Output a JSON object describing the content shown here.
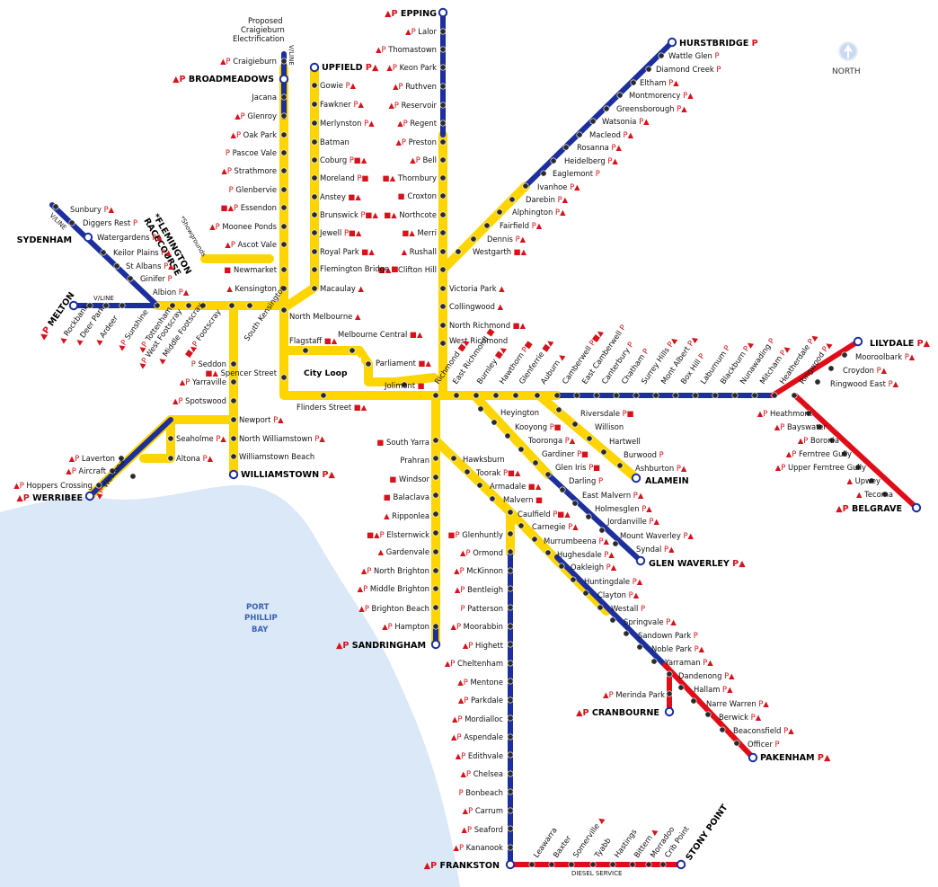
{
  "colors": {
    "yellow": "#fed501",
    "blue": "#1c2f9c",
    "red": "#e00d19",
    "vline_blue": "#1a38ad",
    "bay": "#dbe8f7",
    "parking": "#d6131b",
    "interchange": "#2ea447"
  },
  "legend": {
    "north": "NORTH",
    "north_icon": "north-arrow-icon",
    "bay": [
      "PORT",
      "PHILLIP",
      "BAY"
    ],
    "city_loop": "City Loop",
    "vline": "V/LINE",
    "diesel": "DIESEL SERVICE",
    "proposed": [
      "Proposed",
      "Craigieburn",
      "Electrification"
    ],
    "flemington": [
      "*FLEMINGTON",
      "RACECOURSE"
    ],
    "showgrounds": "*Showgrounds"
  },
  "stations": [
    {
      "id": "epping",
      "name": "EPPING",
      "pre": "▲P",
      "term": true,
      "sx": "",
      "sy": ""
    },
    {
      "id": "lalor",
      "name": "Lalor",
      "pre": "▲P"
    },
    {
      "id": "thomastown",
      "name": "Thomastown",
      "pre": "▲P"
    },
    {
      "id": "keonpark",
      "name": "Keon Park",
      "pre": "▲P"
    },
    {
      "id": "ruthven",
      "name": "Ruthven",
      "pre": "▲P"
    },
    {
      "id": "reservoir",
      "name": "Reservoir",
      "pre": "▲P"
    },
    {
      "id": "regent",
      "name": "Regent",
      "pre": "▲P"
    },
    {
      "id": "preston",
      "name": "Preston",
      "pre": "▲P"
    },
    {
      "id": "bell",
      "name": "Bell",
      "pre": "▲P"
    },
    {
      "id": "thornbury",
      "name": "Thornbury",
      "pre": "■▲"
    },
    {
      "id": "croxton",
      "name": "Croxton",
      "pre": "■"
    },
    {
      "id": "northcote",
      "name": "Northcote",
      "pre": "■▲"
    },
    {
      "id": "merri",
      "name": "Merri",
      "pre": "■▲"
    },
    {
      "id": "rushall",
      "name": "Rushall",
      "pre": "▲"
    },
    {
      "id": "cliftonhill",
      "name": "Clifton Hill",
      "pre": "■▲P"
    },
    {
      "id": "victoriapark",
      "name": "Victoria Park",
      "post": "▲"
    },
    {
      "id": "collingwood",
      "name": "Collingwood",
      "post": "▲"
    },
    {
      "id": "northrichmond",
      "name": "North Richmond",
      "post": "■▲"
    },
    {
      "id": "westrichmond",
      "name": "West Richmond",
      "post": ""
    },
    {
      "id": "upfield",
      "name": "UPFIELD",
      "post": "P▲",
      "term": true
    },
    {
      "id": "gowrie",
      "name": "Gowie",
      "post": "P▲"
    },
    {
      "id": "fawkner",
      "name": "Fawkner",
      "post": "P▲"
    },
    {
      "id": "merlynston",
      "name": "Merlynston",
      "post": "P▲"
    },
    {
      "id": "batman",
      "name": "Batman",
      "post": ""
    },
    {
      "id": "coburg",
      "name": "Coburg",
      "post": "P■▲"
    },
    {
      "id": "moreland",
      "name": "Moreland",
      "post": "P■"
    },
    {
      "id": "anstey",
      "name": "Anstey",
      "post": "■▲"
    },
    {
      "id": "brunswick",
      "name": "Brunswick",
      "post": "P■▲"
    },
    {
      "id": "jewell",
      "name": "Jewell",
      "post": "P■▲"
    },
    {
      "id": "royalpark",
      "name": "Royal Park",
      "post": "■▲"
    },
    {
      "id": "flemingtonbridge",
      "name": "Flemington Bridge",
      "post": "■"
    },
    {
      "id": "macaulay",
      "name": "Macaulay",
      "post": "▲"
    },
    {
      "id": "northmelbourne",
      "name": "North Melbourne",
      "post": "▲"
    },
    {
      "id": "craigieburn",
      "name": "Craigieburn",
      "pre": "▲P"
    },
    {
      "id": "broadmeadows",
      "name": "BROADMEADOWS",
      "pre": "▲P",
      "term": true
    },
    {
      "id": "jacana",
      "name": "Jacana",
      "pre": ""
    },
    {
      "id": "glenroy",
      "name": "Glenroy",
      "pre": "▲P"
    },
    {
      "id": "oakpark",
      "name": "Oak Park",
      "pre": "▲P"
    },
    {
      "id": "pascoevale",
      "name": "Pascoe Vale",
      "pre": "P"
    },
    {
      "id": "strathmore",
      "name": "Strathmore",
      "pre": "▲P"
    },
    {
      "id": "glenbervie",
      "name": "Glenbervie",
      "pre": "P"
    },
    {
      "id": "essendon",
      "name": "Essendon",
      "pre": "■▲P"
    },
    {
      "id": "mooneeponds",
      "name": "Moonee Ponds",
      "pre": "▲P"
    },
    {
      "id": "ascotvale",
      "name": "Ascot Vale",
      "pre": "▲P"
    },
    {
      "id": "newmarket",
      "name": "Newmarket",
      "pre": "■"
    },
    {
      "id": "kensington",
      "name": "Kensington",
      "pre": "▲"
    },
    {
      "id": "sunbury",
      "name": "Sunbury",
      "post": "P▲"
    },
    {
      "id": "diggersrest",
      "name": "Diggers Rest",
      "post": "P"
    },
    {
      "id": "watergardens",
      "name": "Watergardens",
      "post": "P▲"
    },
    {
      "id": "sydenham",
      "name": "SYDENHAM",
      "term": true
    },
    {
      "id": "keilorplains",
      "name": "Keilor Plains",
      "post": "P▲"
    },
    {
      "id": "stalbans",
      "name": "St Albans",
      "post": "P▲"
    },
    {
      "id": "ginifer",
      "name": "Ginifer",
      "post": "P"
    },
    {
      "id": "albion",
      "name": "Albion",
      "post": "P▲"
    },
    {
      "id": "melton",
      "name": "MELTON",
      "pre": "▲P",
      "term": true
    },
    {
      "id": "rockbank",
      "name": "Rockbank",
      "pre": "▲"
    },
    {
      "id": "deerpark",
      "name": "Deer Park",
      "pre": "▲"
    },
    {
      "id": "ardeer",
      "name": "Ardeer",
      "pre": "▲"
    },
    {
      "id": "sunshine",
      "name": "Sunshine",
      "pre": "▲P"
    },
    {
      "id": "tottenham",
      "name": "Tottenham",
      "pre": "▲P"
    },
    {
      "id": "westfootscray",
      "name": "West Footscray",
      "pre": "▲P"
    },
    {
      "id": "middlefootscray",
      "name": "Middle Footscray",
      "pre": "▲"
    },
    {
      "id": "footscray",
      "name": "Footscray",
      "pre": "■▲P"
    },
    {
      "id": "southkensington",
      "name": "South Kensington",
      "pre": ""
    },
    {
      "id": "seddon",
      "name": "Seddon",
      "pre": "P"
    },
    {
      "id": "yarraville",
      "name": "Yarraville",
      "pre": "▲P"
    },
    {
      "id": "spotswood",
      "name": "Spotswood",
      "pre": "▲P"
    },
    {
      "id": "newport",
      "name": "Newport",
      "post": "P▲"
    },
    {
      "id": "northwilliamstown",
      "name": "North Williamstown",
      "post": "P▲"
    },
    {
      "id": "williamstownbeach",
      "name": "Williamstown Beach",
      "post": ""
    },
    {
      "id": "williamstown",
      "name": "WILLIAMSTOWN",
      "post": "P▲",
      "term": true
    },
    {
      "id": "seaholme",
      "name": "Seaholme",
      "post": "P▲"
    },
    {
      "id": "altona",
      "name": "Altona",
      "post": "P▲"
    },
    {
      "id": "laverton",
      "name": "Laverton",
      "pre": "▲P"
    },
    {
      "id": "aircraft",
      "name": "Aircraft",
      "pre": "▲P"
    },
    {
      "id": "westona",
      "name": "Westona",
      "pre": "▲P"
    },
    {
      "id": "hopperscrossing",
      "name": "Hoppers Crossing",
      "pre": "▲P"
    },
    {
      "id": "werribee",
      "name": "WERRIBEE",
      "pre": "▲P",
      "term": true
    },
    {
      "id": "flagstaff",
      "name": "Flagstaff",
      "post": "■▲"
    },
    {
      "id": "melbournecentral",
      "name": "Melbourne Central",
      "post": "■▲"
    },
    {
      "id": "parliament",
      "name": "Parliament",
      "post": "■▲"
    },
    {
      "id": "spencerstreet",
      "name": "Spencer Street",
      "pre": "■▲"
    },
    {
      "id": "flindersstreet",
      "name": "Flinders Street",
      "post": "■▲"
    },
    {
      "id": "jolimont",
      "name": "Jolimont",
      "post": "■"
    },
    {
      "id": "richmond",
      "name": "Richmond",
      "post": "■▲"
    },
    {
      "id": "eastrichmond",
      "name": "East Richmond",
      "post": "■"
    },
    {
      "id": "burnley",
      "name": "Burnley",
      "post": "■▲"
    },
    {
      "id": "hawthorn",
      "name": "Hawthorn",
      "post": "P■"
    },
    {
      "id": "glenferrie",
      "name": "Glenferrie",
      "post": "■▲"
    },
    {
      "id": "auburn",
      "name": "Auburn",
      "post": "▲"
    },
    {
      "id": "camberwell",
      "name": "Camberwell",
      "post": "P■▲"
    },
    {
      "id": "eastcamberwell",
      "name": "East Camberwell",
      "post": "P"
    },
    {
      "id": "canterbury",
      "name": "Canterbury",
      "post": "P"
    },
    {
      "id": "chatham",
      "name": "Chatham",
      "post": "P"
    },
    {
      "id": "surreyhills",
      "name": "Surrey Hills",
      "post": "P▲"
    },
    {
      "id": "montalbert",
      "name": "Mont Albert",
      "post": "P▲"
    },
    {
      "id": "boxhill",
      "name": "Box Hill",
      "post": "P"
    },
    {
      "id": "laburnum",
      "name": "Laburnum",
      "post": "P"
    },
    {
      "id": "blackburn",
      "name": "Blackburn",
      "post": "P▲"
    },
    {
      "id": "nunawading",
      "name": "Nunawading",
      "post": "P"
    },
    {
      "id": "mitcham",
      "name": "Mitcham",
      "post": "P▲"
    },
    {
      "id": "heatherdale",
      "name": "Heatherdale",
      "post": "P▲"
    },
    {
      "id": "ringwood",
      "name": "Ringwood",
      "post": "P▲"
    },
    {
      "id": "lilydale",
      "name": "LILYDALE",
      "post": "P▲",
      "term": true
    },
    {
      "id": "mooroolbark",
      "name": "Mooroolbark",
      "post": "P▲"
    },
    {
      "id": "croydon",
      "name": "Croydon",
      "post": "P▲"
    },
    {
      "id": "ringwoodeast",
      "name": "Ringwood East",
      "post": "P▲"
    },
    {
      "id": "heathmont",
      "name": "Heathmont",
      "pre": "▲P"
    },
    {
      "id": "bayswater",
      "name": "Bayswater",
      "pre": "▲P"
    },
    {
      "id": "boronia",
      "name": "Boronia",
      "pre": "▲P"
    },
    {
      "id": "ferntreegully",
      "name": "Ferntree Gully",
      "pre": "▲P"
    },
    {
      "id": "upperferntreegully",
      "name": "Upper Ferntree Gully",
      "pre": "▲P"
    },
    {
      "id": "upwey",
      "name": "Upwey",
      "pre": "▲"
    },
    {
      "id": "tecoma",
      "name": "Tecoma",
      "pre": "▲"
    },
    {
      "id": "belgrave",
      "name": "BELGRAVE",
      "pre": "▲P",
      "term": true
    },
    {
      "id": "hurstbridge",
      "name": "HURSTBRIDGE",
      "post": "P",
      "term": true
    },
    {
      "id": "wattleglen",
      "name": "Wattle Glen",
      "post": "P"
    },
    {
      "id": "diamondcreek",
      "name": "Diamond Creek",
      "post": "P"
    },
    {
      "id": "eltham",
      "name": "Eltham",
      "post": "P▲"
    },
    {
      "id": "montmorency",
      "name": "Montmorency",
      "post": "P▲"
    },
    {
      "id": "greensborough",
      "name": "Greensborough",
      "post": "P▲"
    },
    {
      "id": "watsonia",
      "name": "Watsonia",
      "post": "P▲"
    },
    {
      "id": "macleod",
      "name": "Macleod",
      "post": "P▲"
    },
    {
      "id": "rosanna",
      "name": "Rosanna",
      "post": "P▲"
    },
    {
      "id": "heidelberg",
      "name": "Heidelberg",
      "post": "P▲"
    },
    {
      "id": "eaglemont",
      "name": "Eaglemont",
      "post": "P"
    },
    {
      "id": "ivanhoe",
      "name": "Ivanhoe",
      "post": "P▲"
    },
    {
      "id": "darebin",
      "name": "Darebin",
      "post": "P▲"
    },
    {
      "id": "alphington",
      "name": "Alphington",
      "post": "P▲"
    },
    {
      "id": "fairfield",
      "name": "Fairfield",
      "post": "P▲"
    },
    {
      "id": "dennis",
      "name": "Dennis",
      "post": "P▲"
    },
    {
      "id": "westgarth",
      "name": "Westgarth",
      "post": "■▲"
    },
    {
      "id": "heyington",
      "name": "Heyington",
      "post": ""
    },
    {
      "id": "kooyong",
      "name": "Kooyong",
      "post": "P■"
    },
    {
      "id": "tooronga",
      "name": "Tooronga",
      "post": "P▲"
    },
    {
      "id": "gardiner",
      "name": "Gardiner",
      "post": "P■"
    },
    {
      "id": "gleniris",
      "name": "Glen Iris",
      "post": "P■"
    },
    {
      "id": "darling",
      "name": "Darling",
      "post": "P"
    },
    {
      "id": "eastmalvern",
      "name": "East Malvern",
      "post": "P▲"
    },
    {
      "id": "holmesglen",
      "name": "Holmesglen",
      "post": "P▲"
    },
    {
      "id": "jordanville",
      "name": "Jordanville",
      "post": "P▲"
    },
    {
      "id": "mountwaverley",
      "name": "Mount Waverley",
      "post": "P▲"
    },
    {
      "id": "syndal",
      "name": "Syndal",
      "post": "P▲"
    },
    {
      "id": "glenwaverley",
      "name": "GLEN WAVERLEY",
      "post": "P▲",
      "term": true
    },
    {
      "id": "riversdale",
      "name": "Riversdale",
      "post": "P■"
    },
    {
      "id": "willison",
      "name": "Willison",
      "post": ""
    },
    {
      "id": "hartwell",
      "name": "Hartwell",
      "post": ""
    },
    {
      "id": "burwood",
      "name": "Burwood",
      "post": "P"
    },
    {
      "id": "ashburton",
      "name": "Ashburton",
      "post": "P▲"
    },
    {
      "id": "alamein",
      "name": "ALAMEIN",
      "post": "",
      "term": true
    },
    {
      "id": "southyarra",
      "name": "South Yarra",
      "pre": "■"
    },
    {
      "id": "prahran",
      "name": "Prahran",
      "pre": ""
    },
    {
      "id": "windsor",
      "name": "Windsor",
      "pre": "■"
    },
    {
      "id": "balaclava",
      "name": "Balaclava",
      "pre": "■"
    },
    {
      "id": "ripponlea",
      "name": "Ripponlea",
      "pre": "▲"
    },
    {
      "id": "elsternwick",
      "name": "Elsternwick",
      "pre": "■▲P"
    },
    {
      "id": "gardenvale",
      "name": "Gardenvale",
      "pre": "▲"
    },
    {
      "id": "northbrighton",
      "name": "North Brighton",
      "pre": "▲P"
    },
    {
      "id": "middlebrighton",
      "name": "Middle Brighton",
      "pre": "▲P"
    },
    {
      "id": "brightonbeach",
      "name": "Brighton Beach",
      "pre": "▲P"
    },
    {
      "id": "hampton",
      "name": "Hampton",
      "pre": "▲P"
    },
    {
      "id": "sandringham",
      "name": "SANDRINGHAM",
      "pre": "▲P",
      "term": true
    },
    {
      "id": "hawksburn",
      "name": "Hawksburn",
      "post": ""
    },
    {
      "id": "toorak",
      "name": "Toorak",
      "post": "P■▲"
    },
    {
      "id": "armadale",
      "name": "Armadale",
      "post": "■▲"
    },
    {
      "id": "malvern",
      "name": "Malvern",
      "post": "■"
    },
    {
      "id": "caulfield",
      "name": "Caulfield",
      "post": "P■▲"
    },
    {
      "id": "carnegie",
      "name": "Carnegie",
      "post": "P▲"
    },
    {
      "id": "murrumbeena",
      "name": "Murrumbeena",
      "post": "P▲"
    },
    {
      "id": "hughesdale",
      "name": "Hughesdale",
      "post": "P▲"
    },
    {
      "id": "oakleigh",
      "name": "Oakleigh",
      "post": "P▲"
    },
    {
      "id": "huntingdale",
      "name": "Huntingdale",
      "post": "P▲"
    },
    {
      "id": "clayton",
      "name": "Clayton",
      "post": "P▲"
    },
    {
      "id": "westall",
      "name": "Westall",
      "post": "P"
    },
    {
      "id": "springvale",
      "name": "Springvale",
      "post": "P▲"
    },
    {
      "id": "sandownpark",
      "name": "Sandown Park",
      "post": "P"
    },
    {
      "id": "noblepark",
      "name": "Noble Park",
      "post": "P▲"
    },
    {
      "id": "yarraman",
      "name": "Yarraman",
      "post": "P▲"
    },
    {
      "id": "dandenong",
      "name": "Dandenong",
      "post": "P▲"
    },
    {
      "id": "hallam",
      "name": "Hallam",
      "post": "P▲"
    },
    {
      "id": "narrewarren",
      "name": "Narre Warren",
      "post": "P▲"
    },
    {
      "id": "berwick",
      "name": "Berwick",
      "post": "P▲"
    },
    {
      "id": "beaconsfield",
      "name": "Beaconsfield",
      "post": "P▲"
    },
    {
      "id": "officer",
      "name": "Officer",
      "post": "P"
    },
    {
      "id": "pakenham",
      "name": "PAKENHAM",
      "post": "P▲",
      "term": true
    },
    {
      "id": "merindapark",
      "name": "Merinda Park",
      "pre": "▲P"
    },
    {
      "id": "cranbourne",
      "name": "CRANBOURNE",
      "pre": "▲P",
      "term": true
    },
    {
      "id": "glenhuntly",
      "name": "Glenhuntly",
      "pre": "■P"
    },
    {
      "id": "ormond",
      "name": "Ormond",
      "pre": "▲P"
    },
    {
      "id": "mckinnon",
      "name": "McKinnon",
      "pre": "▲P"
    },
    {
      "id": "bentleigh",
      "name": "Bentleigh",
      "pre": "▲P"
    },
    {
      "id": "patterson",
      "name": "Patterson",
      "pre": "P"
    },
    {
      "id": "moorabbin",
      "name": "Moorabbin",
      "pre": "▲P"
    },
    {
      "id": "highett",
      "name": "Highett",
      "pre": "▲P"
    },
    {
      "id": "cheltenham",
      "name": "Cheltenham",
      "pre": "▲P"
    },
    {
      "id": "mentone",
      "name": "Mentone",
      "pre": "▲P"
    },
    {
      "id": "parkdale",
      "name": "Parkdale",
      "pre": "▲P"
    },
    {
      "id": "mordialloc",
      "name": "Mordialloc",
      "pre": "▲P"
    },
    {
      "id": "aspendale",
      "name": "Aspendale",
      "pre": "▲P"
    },
    {
      "id": "edithvale",
      "name": "Edithvale",
      "pre": "▲P"
    },
    {
      "id": "chelsea",
      "name": "Chelsea",
      "pre": "▲P"
    },
    {
      "id": "bonbeach",
      "name": "Bonbeach",
      "pre": "P"
    },
    {
      "id": "carrum",
      "name": "Carrum",
      "pre": "▲P"
    },
    {
      "id": "seaford",
      "name": "Seaford",
      "pre": "▲P"
    },
    {
      "id": "kananook",
      "name": "Kananook",
      "pre": "▲P"
    },
    {
      "id": "frankston",
      "name": "FRANKSTON",
      "pre": "▲P",
      "term": true
    },
    {
      "id": "leawarra",
      "name": "Leawarra",
      "post": ""
    },
    {
      "id": "baxter",
      "name": "Baxter",
      "post": ""
    },
    {
      "id": "somerville",
      "name": "Somerville",
      "post": "▲"
    },
    {
      "id": "tyabb",
      "name": "Tyabb",
      "post": ""
    },
    {
      "id": "hastings",
      "name": "Hastings",
      "post": ""
    },
    {
      "id": "bittern",
      "name": "Bittern",
      "post": "▲"
    },
    {
      "id": "morradoo",
      "name": "Morradoo",
      "post": ""
    },
    {
      "id": "cribpoint",
      "name": "Crib Point",
      "post": ""
    },
    {
      "id": "stonypoint",
      "name": "STONY POINT",
      "post": "",
      "term": true
    }
  ]
}
